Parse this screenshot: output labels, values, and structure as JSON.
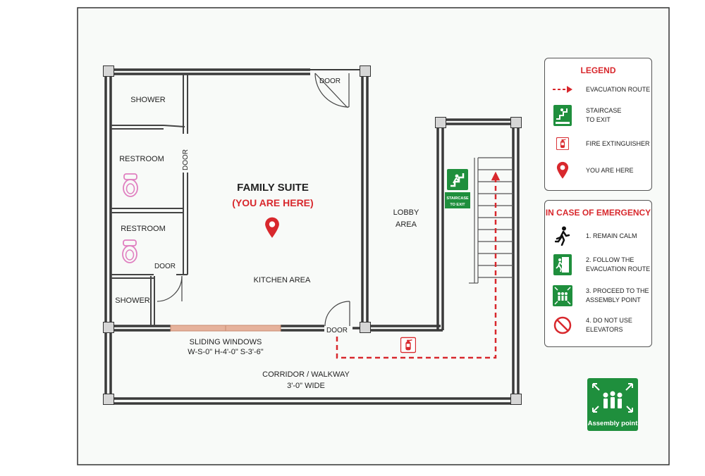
{
  "colors": {
    "accent_red": "#d8282d",
    "safety_green": "#1f8f3d",
    "wall": "#3a3a3a",
    "window": "#e6b29c",
    "toilet": "#e07fc0"
  },
  "plan": {
    "room_shower_top": "SHOWER",
    "room_restroom_1": "RESTROOM",
    "room_restroom_2": "RESTROOM",
    "room_shower_bottom": "SHOWER",
    "door_top_right": "DOOR",
    "door_vertical": "DOOR",
    "door_restroom": "DOOR",
    "door_bottom": "DOOR",
    "family_suite": "FAMILY SUITE",
    "you_are_here": "(YOU ARE HERE)",
    "kitchen_area": "KITCHEN AREA",
    "lobby_line1": "LOBBY",
    "lobby_line2": "AREA",
    "staircase_sign_line1": "STAIRCASE",
    "staircase_sign_line2": "TO EXIT",
    "sliding_windows": "SLIDING WINDOWS",
    "window_spec": "W-S-0\" H-4'-0\" S-3'-6\"",
    "corridor_line1": "CORRIDOR / WALKWAY",
    "corridor_line2": "3'-0\" WIDE"
  },
  "legend": {
    "title": "LEGEND",
    "items": [
      {
        "icon": "evacuation-route-arrow-icon",
        "label": "EVACUATION ROUTE"
      },
      {
        "icon": "staircase-exit-icon",
        "label": "STAIRCASE\nTO EXIT"
      },
      {
        "icon": "fire-extinguisher-icon",
        "label": "FIRE EXTINGUISHER"
      },
      {
        "icon": "location-pin-icon",
        "label": "YOU ARE HERE"
      }
    ]
  },
  "emergency": {
    "title": "IN CASE OF EMERGENCY",
    "steps": [
      {
        "icon": "running-person-icon",
        "label": "1. REMAIN CALM"
      },
      {
        "icon": "exit-door-icon",
        "label": "2. FOLLOW THE\nEVACUATION ROUTE"
      },
      {
        "icon": "assembly-point-icon",
        "label": "3. PROCEED TO THE\nASSEMBLY POINT"
      },
      {
        "icon": "no-elevator-icon",
        "label": "4. DO NOT USE\nELEVATORS"
      }
    ]
  },
  "assembly_sign": {
    "label": "Assembly point"
  }
}
